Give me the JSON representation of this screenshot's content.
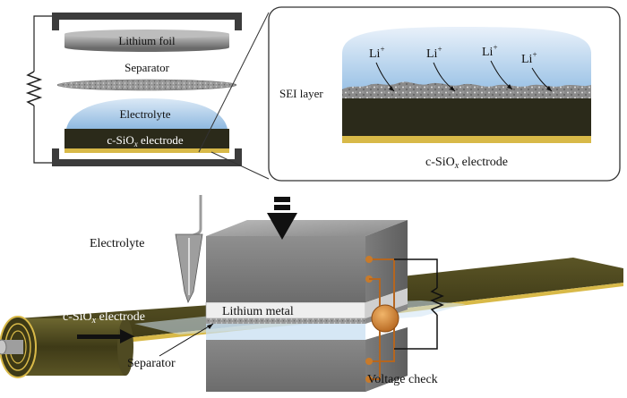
{
  "top_left": {
    "lithium_foil": "Lithium foil",
    "separator": "Separator",
    "electrolyte": "Electrolyte",
    "electrode_prefix": "c-SiO",
    "electrode_sub": "x",
    "electrode_suffix": " electrode"
  },
  "top_right": {
    "sei_layer": "SEI layer",
    "li_ion": "Li",
    "li_sup": "+",
    "electrode_prefix": "c-SiO",
    "electrode_sub": "x",
    "electrode_suffix": " electrode"
  },
  "bottom": {
    "electrolyte": "Electrolyte",
    "electrode_prefix": "c-SiO",
    "electrode_sub": "x",
    "electrode_suffix": " electrode",
    "lithium_metal": "Lithium metal",
    "separator": "Separator",
    "voltage_check": "Voltage check"
  },
  "colors": {
    "frame": "#3c3c3c",
    "electrode_dark": "#2b2a1a",
    "electrode_gold": "#d8b948",
    "electrolyte_blue": "#a9cbe8",
    "foil_gray": "#9a9a9a",
    "sei_gray": "#8f8f8f",
    "roll_olive": "#4f4a22",
    "block_gray": "#8c8c8c",
    "lithium_metal_light": "#e6e6e6",
    "contact_orange": "#c87a2a"
  }
}
